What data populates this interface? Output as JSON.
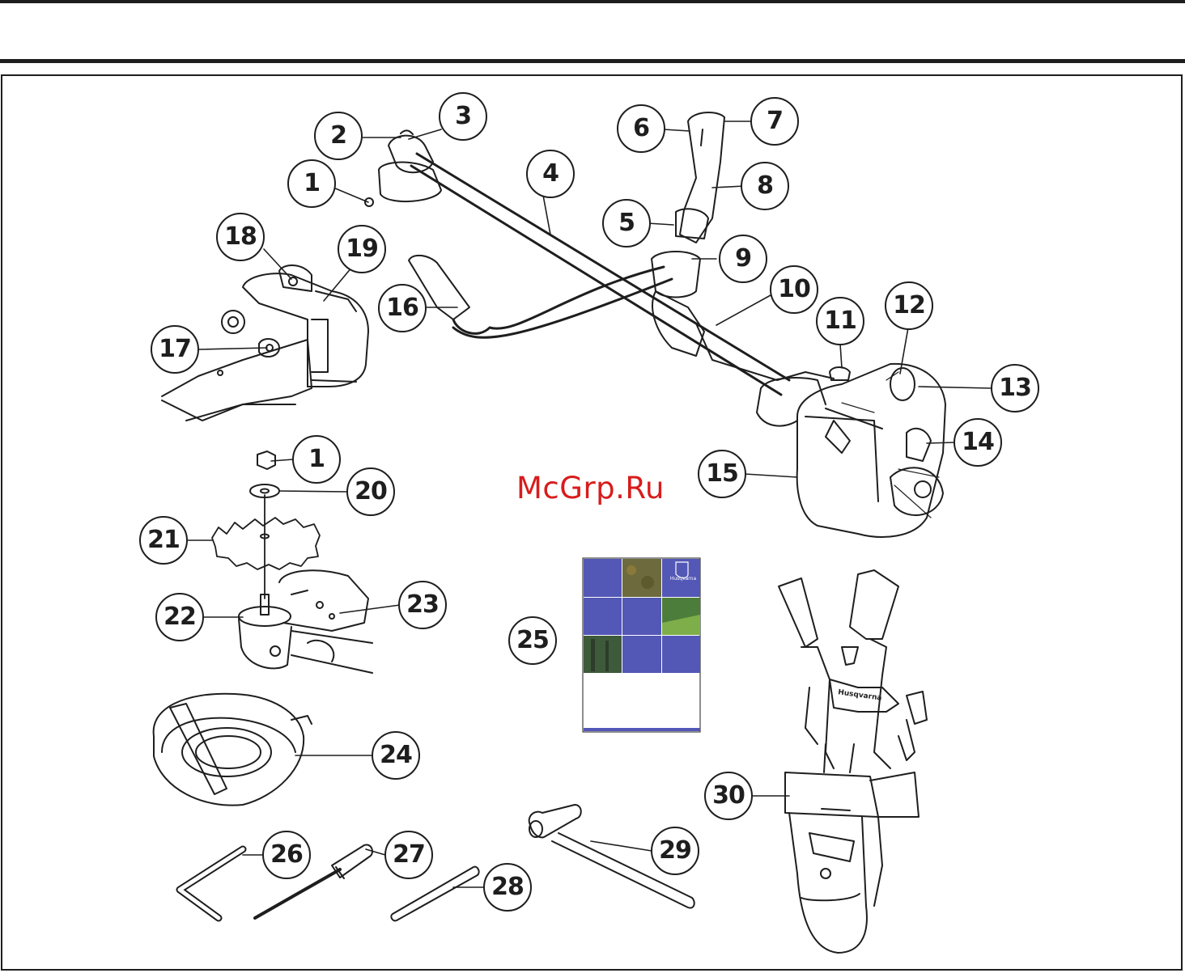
{
  "watermark": "McGrp.Ru",
  "manual_cover_brand": "Husqvarna",
  "harness_brand": "Husqvarna",
  "callouts": [
    "1",
    "2",
    "3",
    "4",
    "5",
    "6",
    "7",
    "8",
    "9",
    "10",
    "11",
    "12",
    "13",
    "14",
    "15",
    "16",
    "17",
    "18",
    "19",
    "20",
    "21",
    "22",
    "23",
    "24",
    "25",
    "26",
    "27",
    "28",
    "29",
    "30"
  ],
  "colors": {
    "line": "#1e1e1e",
    "watermark": "#d81c1c",
    "manual_blue": "#5357b6"
  }
}
